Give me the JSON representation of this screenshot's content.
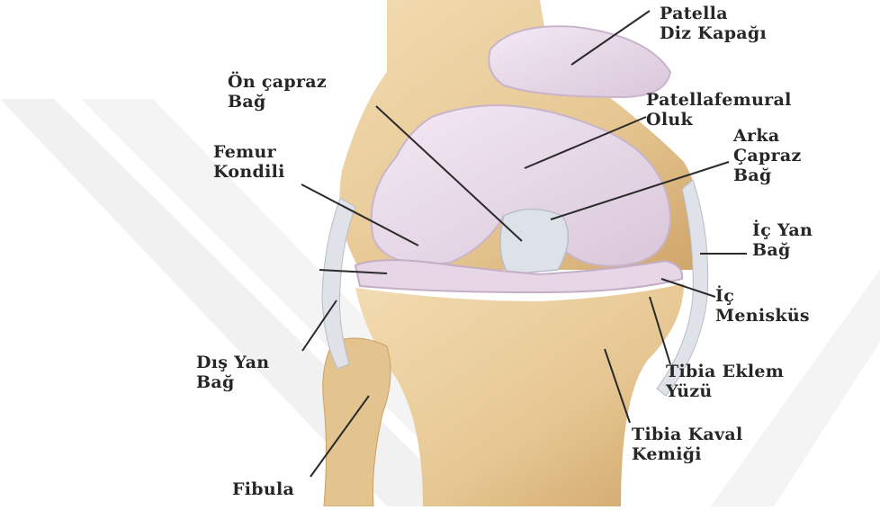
{
  "diagram": {
    "labels": {
      "patella": [
        "Patella",
        "Diz Kapağı"
      ],
      "on_capraz": [
        "Ön çapraz",
        "Bağ"
      ],
      "patellafemoral": [
        "Patellafemural",
        "Oluk"
      ],
      "femur_kondili": [
        "Femur",
        "Kondili"
      ],
      "arka_capraz": [
        "Arka",
        "Çapraz",
        "Bağ"
      ],
      "ic_yan_bag": [
        "İç Yan",
        "Bağ"
      ],
      "ic_menisku": [
        "İç",
        "Menisküs"
      ],
      "dis_yan_bag": [
        "Dış Yan",
        "Bağ"
      ],
      "tibia_eklem": [
        "Tibia Eklem",
        "Yüzü"
      ],
      "tibia_kaval": [
        "Tibia Kaval",
        "Kemiği"
      ],
      "fibula": [
        "Fibula"
      ]
    },
    "colors": {
      "bone": "#e9cc9b",
      "bone_shadow": "#d2a86b",
      "cartilage": "#e9dbe8",
      "cartilage_edge": "#c9b4cc",
      "ligament": "#dcdfe6",
      "leader": "#2a2a2a",
      "watermark": "#f1f1f1"
    }
  }
}
